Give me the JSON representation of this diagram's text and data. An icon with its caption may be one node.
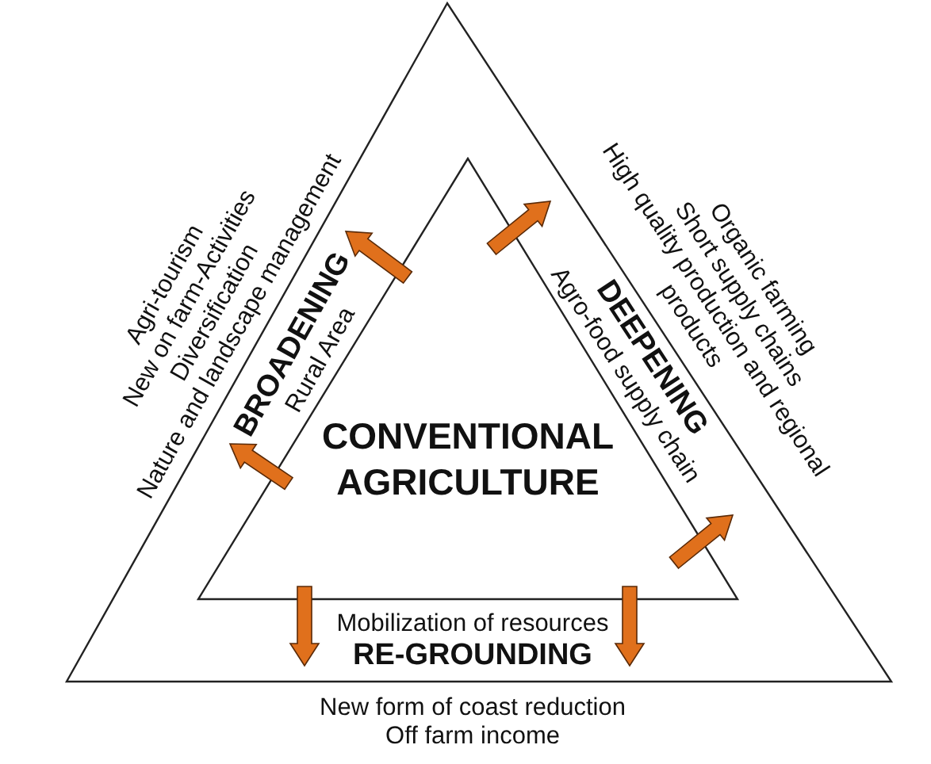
{
  "diagram": {
    "nodes": [
      {
        "text": [],
        "shape": "triangle"
      },
      {
        "text": [
          "CONVENTIONAL AGRICULTURE"
        ],
        "in": 0
      }
    ],
    "edges": [],
    "labels": [
      "Agri-tourism",
      "New on farm-Activities",
      "Diversification",
      "Nature and landscape management",
      "BROADENING",
      "Rural Area",
      "Organic farming",
      "Short supply chains",
      "High quality production and regional products",
      "DEEPENING",
      "Agro-food supply chain",
      "Mobilization of resources",
      "RE-GROUNDING",
      "New form of coast reduction",
      "Off farm income"
    ]
  }
}
